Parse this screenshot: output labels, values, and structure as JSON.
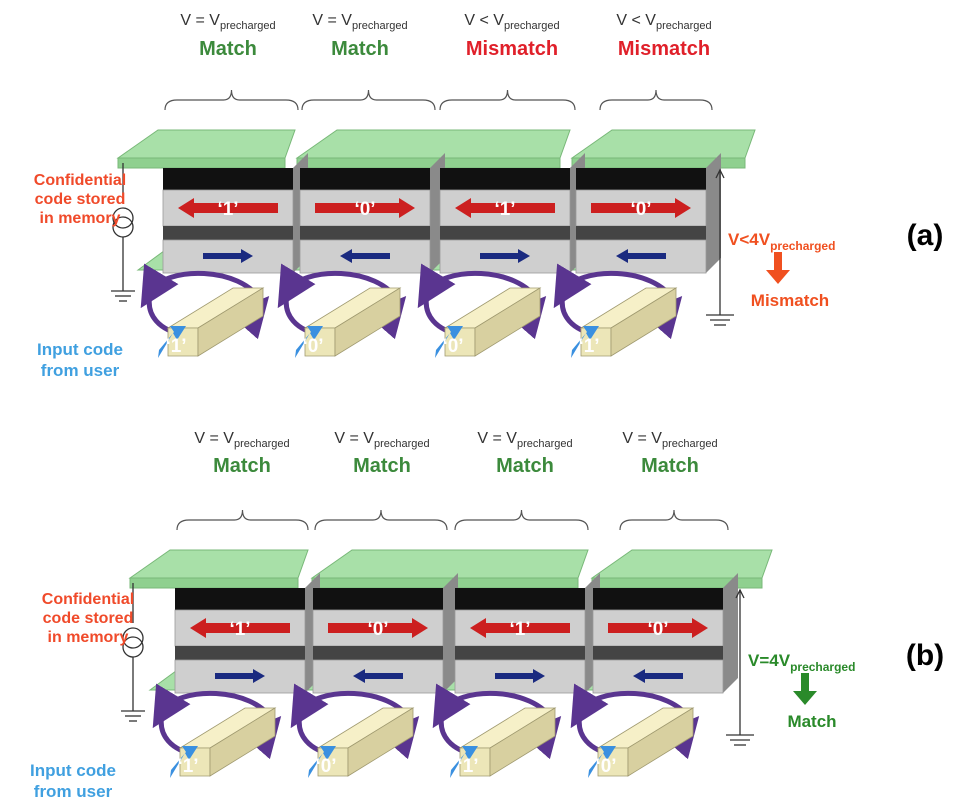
{
  "panels": [
    {
      "panel_label": "(a)",
      "cells": [
        {
          "voltage_pre": "V = V",
          "voltage_sub": "precharged",
          "status": "Match",
          "status_color": "#3c8a3c",
          "stored_bit": "‘1’",
          "stored_direction": "left",
          "input_bit": "‘1’"
        },
        {
          "voltage_pre": "V = V",
          "voltage_sub": "precharged",
          "status": "Match",
          "status_color": "#3c8a3c",
          "stored_bit": "‘0’",
          "stored_direction": "right",
          "input_bit": "‘0’"
        },
        {
          "voltage_pre": "V < V",
          "voltage_sub": "precharged",
          "status": "Mismatch",
          "status_color": "#e0202a",
          "stored_bit": "‘1’",
          "stored_direction": "left",
          "input_bit": "‘0’"
        },
        {
          "voltage_pre": "V < V",
          "voltage_sub": "precharged",
          "status": "Mismatch",
          "status_color": "#e0202a",
          "stored_bit": "‘0’",
          "stored_direction": "right",
          "input_bit": "‘1’"
        }
      ],
      "left_label": [
        "Confidential",
        "code stored",
        "in memory"
      ],
      "input_label": [
        "Input code",
        "from user"
      ],
      "total_pre": "V<4V",
      "total_sub": "precharged",
      "result": "Mismatch",
      "result_color": "#f05020"
    },
    {
      "panel_label": "(b)",
      "cells": [
        {
          "voltage_pre": "V = V",
          "voltage_sub": "precharged",
          "status": "Match",
          "status_color": "#3c8a3c",
          "stored_bit": "‘1’",
          "stored_direction": "left",
          "input_bit": "‘1’"
        },
        {
          "voltage_pre": "V = V",
          "voltage_sub": "precharged",
          "status": "Match",
          "status_color": "#3c8a3c",
          "stored_bit": "‘0’",
          "stored_direction": "right",
          "input_bit": "‘0’"
        },
        {
          "voltage_pre": "V = V",
          "voltage_sub": "precharged",
          "status": "Match",
          "status_color": "#3c8a3c",
          "stored_bit": "‘1’",
          "stored_direction": "left",
          "input_bit": "‘1’"
        },
        {
          "voltage_pre": "V = V",
          "voltage_sub": "precharged",
          "status": "Match",
          "status_color": "#3c8a3c",
          "stored_bit": "‘0’",
          "stored_direction": "right",
          "input_bit": "‘0’"
        }
      ],
      "left_label": [
        "Confidential",
        "code stored",
        "in memory"
      ],
      "input_label": [
        "Input code",
        "from user"
      ],
      "total_pre": "V=4V",
      "total_sub": "precharged",
      "result": "Match",
      "result_color": "#2a8a2a"
    }
  ],
  "colors": {
    "plate": "#a8e0a8",
    "plate_edge": "#78b878",
    "stack_dark": "#111111",
    "stack_grey": "#cfcfcf",
    "stack_side": "#8a8a8a",
    "arrow_red": "#cc1f1f",
    "arrow_blue": "#1a2a80",
    "loop": "#5a3590",
    "wire_block": "#ece6b8",
    "input_arrow": "#3a90e0",
    "left_label": "#f04a2a",
    "input_label": "#40a0e0"
  }
}
